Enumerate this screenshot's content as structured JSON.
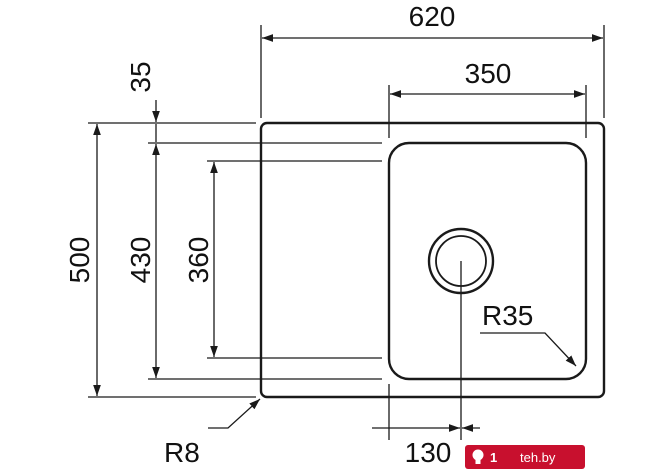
{
  "diagram": {
    "dimensions": {
      "overall_width": "620",
      "bowl_width": "350",
      "edge_offset": "35",
      "overall_depth": "500",
      "inner_depth": "430",
      "drainer_depth": "360",
      "corner_radius_bowl": "R35",
      "corner_radius_outer": "R8",
      "drain_offset": "130"
    },
    "colors": {
      "line": "#1a1a1a",
      "watermark_bg": "#c8102e"
    },
    "watermark": {
      "brand": "1",
      "domain": "teh.by",
      "icon": "lightbulb-icon"
    }
  }
}
